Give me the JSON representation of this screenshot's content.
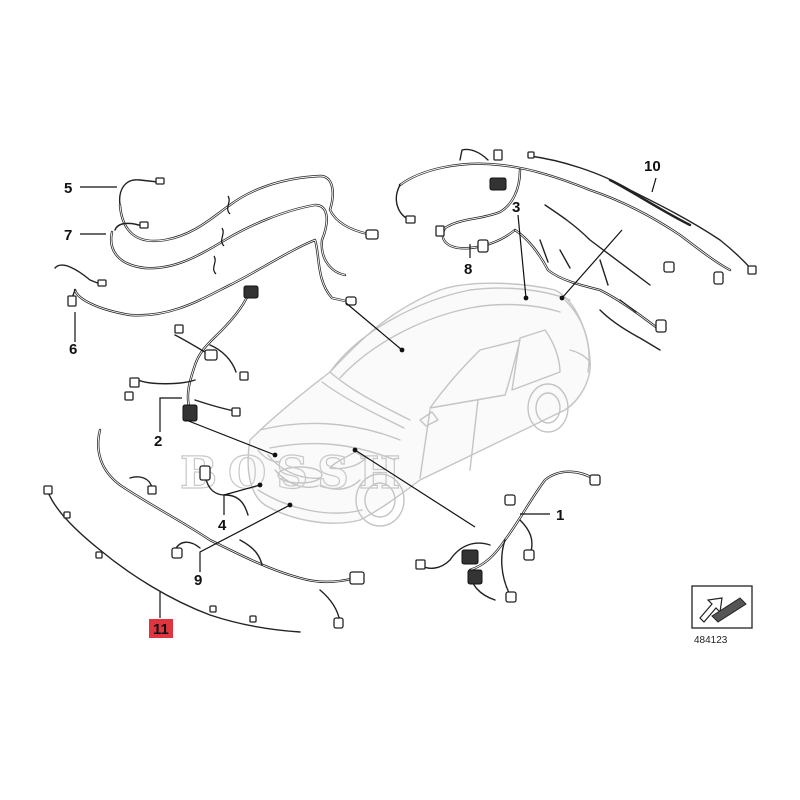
{
  "callouts": [
    {
      "id": "1",
      "label": "1"
    },
    {
      "id": "2",
      "label": "2"
    },
    {
      "id": "3",
      "label": "3"
    },
    {
      "id": "4",
      "label": "4"
    },
    {
      "id": "5",
      "label": "5"
    },
    {
      "id": "6",
      "label": "6"
    },
    {
      "id": "7",
      "label": "7"
    },
    {
      "id": "8",
      "label": "8"
    },
    {
      "id": "9",
      "label": "9"
    },
    {
      "id": "10",
      "label": "10"
    },
    {
      "id": "11",
      "label": "11",
      "highlighted": true
    }
  ],
  "highlight_color": "#e0343f",
  "watermark": "BOSSH",
  "part_code": "484123",
  "icons": [
    "arrow-symbol-icon"
  ]
}
